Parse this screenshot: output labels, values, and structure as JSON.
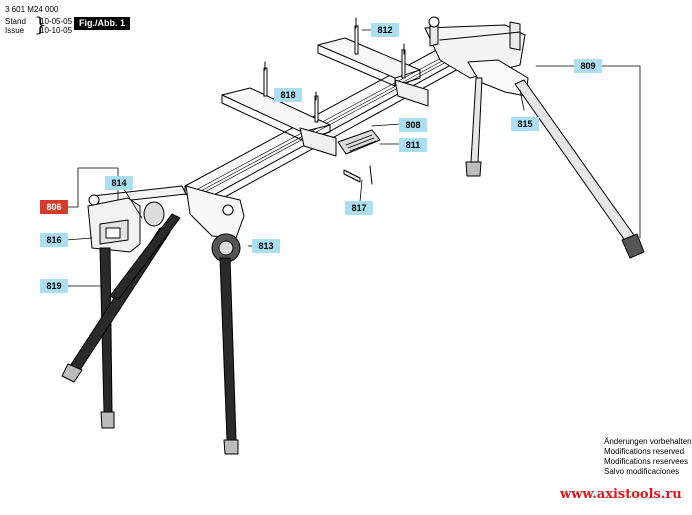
{
  "header": {
    "doc_number": "3 601 M24 000",
    "stand_label": "Stand",
    "stand_date": "10-05-05",
    "issue_label": "Issue",
    "issue_date": "10-10-05",
    "figure_badge": "Fig./Abb. 1"
  },
  "callouts": {
    "c806": "806",
    "c808": "808",
    "c809": "809",
    "c811": "811",
    "c812": "812",
    "c813": "813",
    "c814": "814",
    "c815": "815",
    "c816": "816",
    "c817": "817",
    "c818": "818",
    "c819": "819"
  },
  "highlighted_part": "806",
  "colors": {
    "callout_fill": "#a9dff0",
    "highlight_fill": "#d63a2a",
    "website_red": "#e0181c"
  },
  "notes": [
    "Änderungen vorbehalten",
    "Modifications reserved",
    "Modifications reservees",
    "Salvo modificaciones"
  ],
  "website": "www.axistools.ru"
}
